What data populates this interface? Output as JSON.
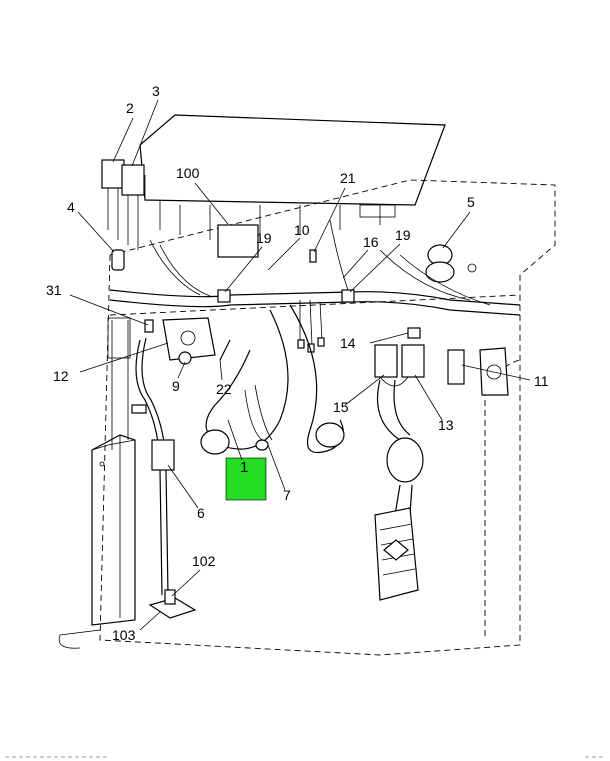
{
  "diagram": {
    "highlight_color": "#22dd22",
    "labels": {
      "l1": "1",
      "l2": "2",
      "l3": "3",
      "l4": "4",
      "l5": "5",
      "l6": "6",
      "l7": "7",
      "l9": "9",
      "l10": "10",
      "l11": "11",
      "l12": "12",
      "l13": "13",
      "l14": "14",
      "l15": "15",
      "l16": "16",
      "l19a": "19",
      "l19b": "19",
      "l21": "21",
      "l22": "22",
      "l31": "31",
      "l100": "100",
      "l102": "102",
      "l103": "103"
    }
  }
}
